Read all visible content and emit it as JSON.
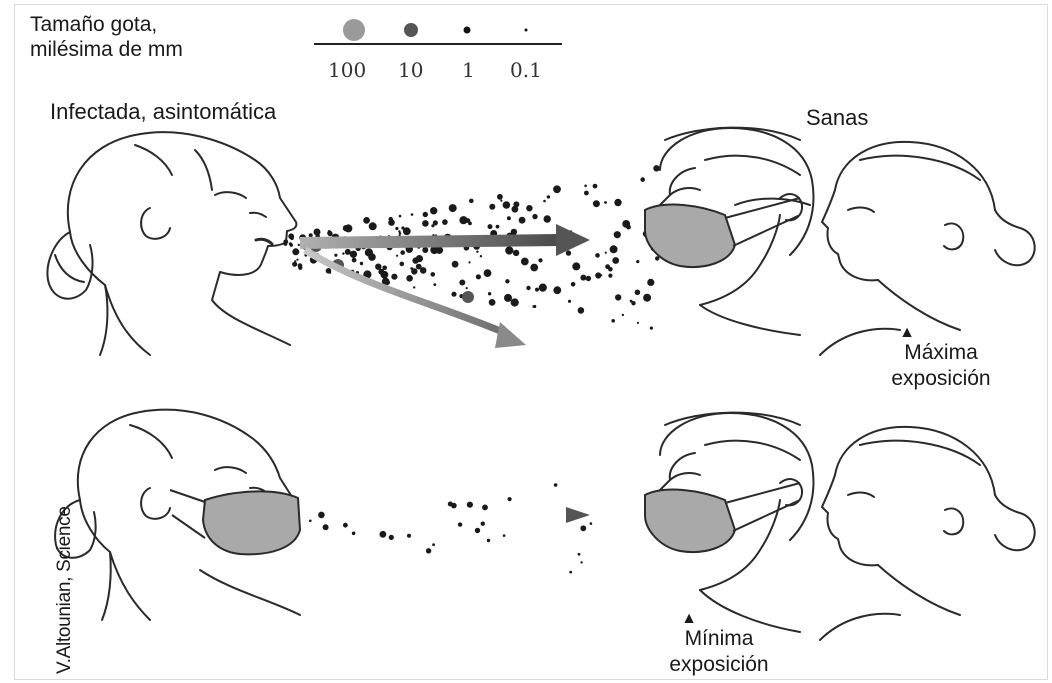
{
  "legend": {
    "title_line1": "Tamaño gota,",
    "title_line2": "milésima de mm",
    "sizes": [
      "100",
      "10",
      "1",
      "0.1"
    ]
  },
  "labels": {
    "infected": "Infectada, asintomática",
    "healthy": "Sanas",
    "max_line1": "Máxima",
    "max_line2": "exposición",
    "min_line1": "Mínima",
    "min_line2": "exposición",
    "credit": "V.Altounian, Science"
  },
  "icons": {
    "triangle": "▲"
  },
  "colors": {
    "ink": "#1a1a1a",
    "mask": "#a9a9a9",
    "droplet_large": "#9a9a9a",
    "droplet_medium": "#555555",
    "droplet_small": "#111111",
    "arrow": "#6e6e6e"
  }
}
